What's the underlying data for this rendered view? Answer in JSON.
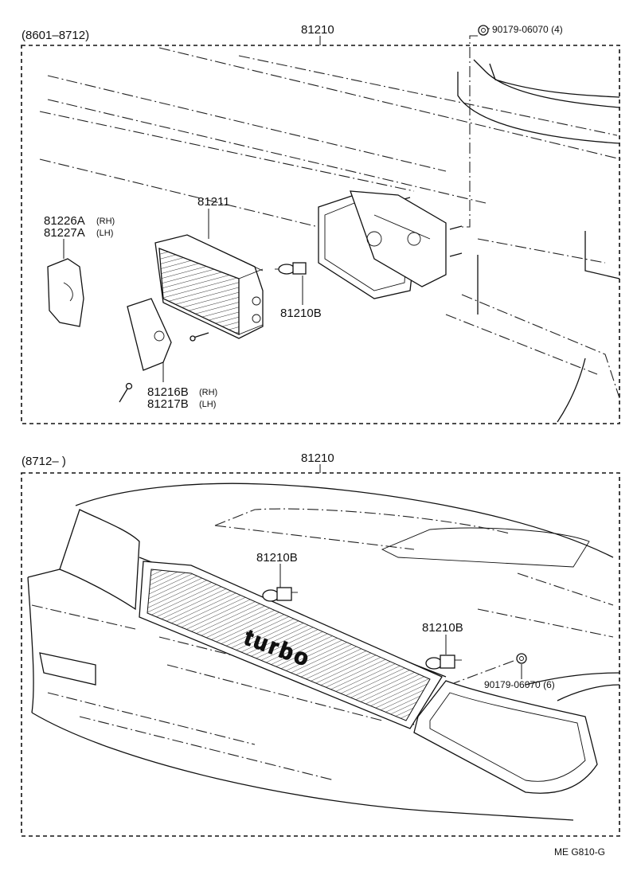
{
  "top_section": {
    "date_range": "(8601–8712)",
    "assembly_part": "81210",
    "nut_callout": "90179-06070 (4)",
    "lamp_housing": "81211",
    "cover_left_rh": "81226A",
    "cover_left_rh_side": "(RH)",
    "cover_left_lh": "81227A",
    "cover_left_lh_side": "(LH)",
    "bulb": "81210B",
    "bracket_rh": "81216B",
    "bracket_rh_side": "(RH)",
    "bracket_lh": "81217B",
    "bracket_lh_side": "(LH)"
  },
  "bottom_section": {
    "date_range": "(8712–        )",
    "assembly_part": "81210",
    "bulb_upper": "81210B",
    "bulb_lower": "81210B",
    "nut_callout": "90179-06070 (6)",
    "emblem_text": "turbo"
  },
  "footer": {
    "code": "ME  G810-G"
  }
}
